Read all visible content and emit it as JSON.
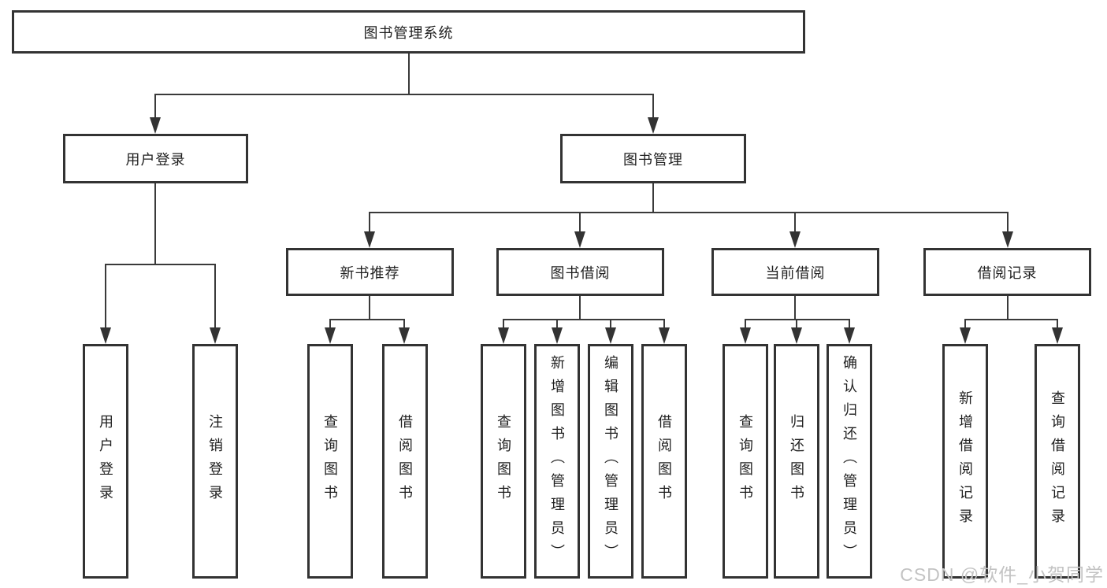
{
  "nodes": {
    "root": "图书管理系统",
    "login": "用户登录",
    "management": "图书管理",
    "recommend": "新书推荐",
    "borrowing": "图书借阅",
    "current": "当前借阅",
    "records": "借阅记录",
    "login_user": "用户登录",
    "login_logout": "注销登录",
    "recommend_query": "查询图书",
    "recommend_borrow": "借阅图书",
    "borrowing_query": "查询图书",
    "borrowing_add": "新增图书（管理员）",
    "borrowing_edit": "编辑图书（管理员）",
    "borrowing_borrow": "借阅图书",
    "current_query": "查询图书",
    "current_return": "归还图书",
    "current_confirm": "确认归还（管理员）",
    "records_add": "新增借阅记录",
    "records_query": "查询借阅记录"
  },
  "hierarchy": {
    "图书管理系统": {
      "用户登录": [
        "用户登录",
        "注销登录"
      ],
      "图书管理": {
        "新书推荐": [
          "查询图书",
          "借阅图书"
        ],
        "图书借阅": [
          "查询图书",
          "新增图书（管理员）",
          "编辑图书（管理员）",
          "借阅图书"
        ],
        "当前借阅": [
          "查询图书",
          "归还图书",
          "确认归还（管理员）"
        ],
        "借阅记录": [
          "新增借阅记录",
          "查询借阅记录"
        ]
      }
    }
  },
  "watermark": "CSDN @软件_小贺同学",
  "colors": {
    "box_border": "#333333",
    "line": "#3a3a3a",
    "text": "#1f1f1f",
    "background": "#ffffff",
    "watermark_text": "#c3c3c3"
  }
}
